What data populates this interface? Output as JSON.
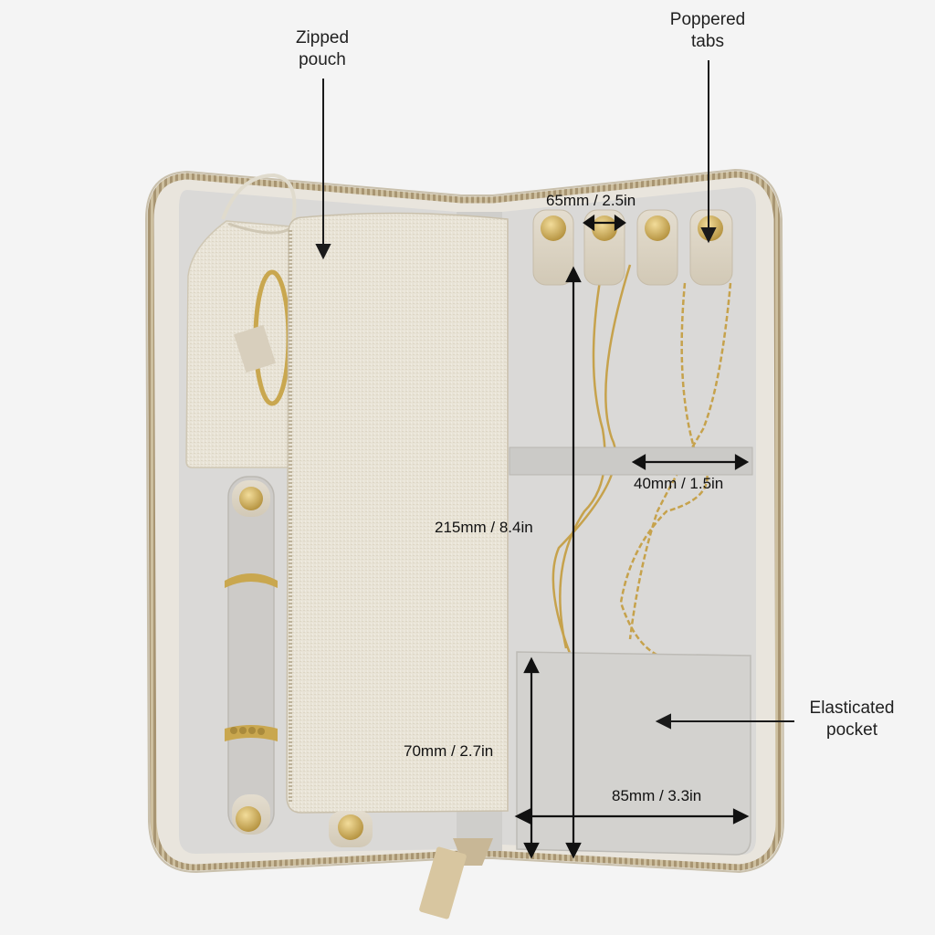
{
  "callouts": {
    "zipped_pouch": [
      "Zipped",
      "pouch"
    ],
    "poppered_tabs": [
      "Poppered",
      "tabs"
    ],
    "elasticated_pocket": [
      "Elasticated",
      "pocket"
    ]
  },
  "dimensions": {
    "tab_gap": "65mm / 2.5in",
    "elastic_band": "40mm / 1.5in",
    "inner_length": "215mm / 8.4in",
    "pocket_height": "70mm / 2.7in",
    "pocket_width": "85mm / 3.3in"
  },
  "colors": {
    "background": "#f4f4f4",
    "case_shell": "#e8e4dc",
    "zipper": "#b9ad93",
    "interior_lining": "#d9d8d6",
    "linen": "#e6e1d3",
    "leather_tab": "#dcd5c6",
    "gold": "#c9aa58"
  }
}
